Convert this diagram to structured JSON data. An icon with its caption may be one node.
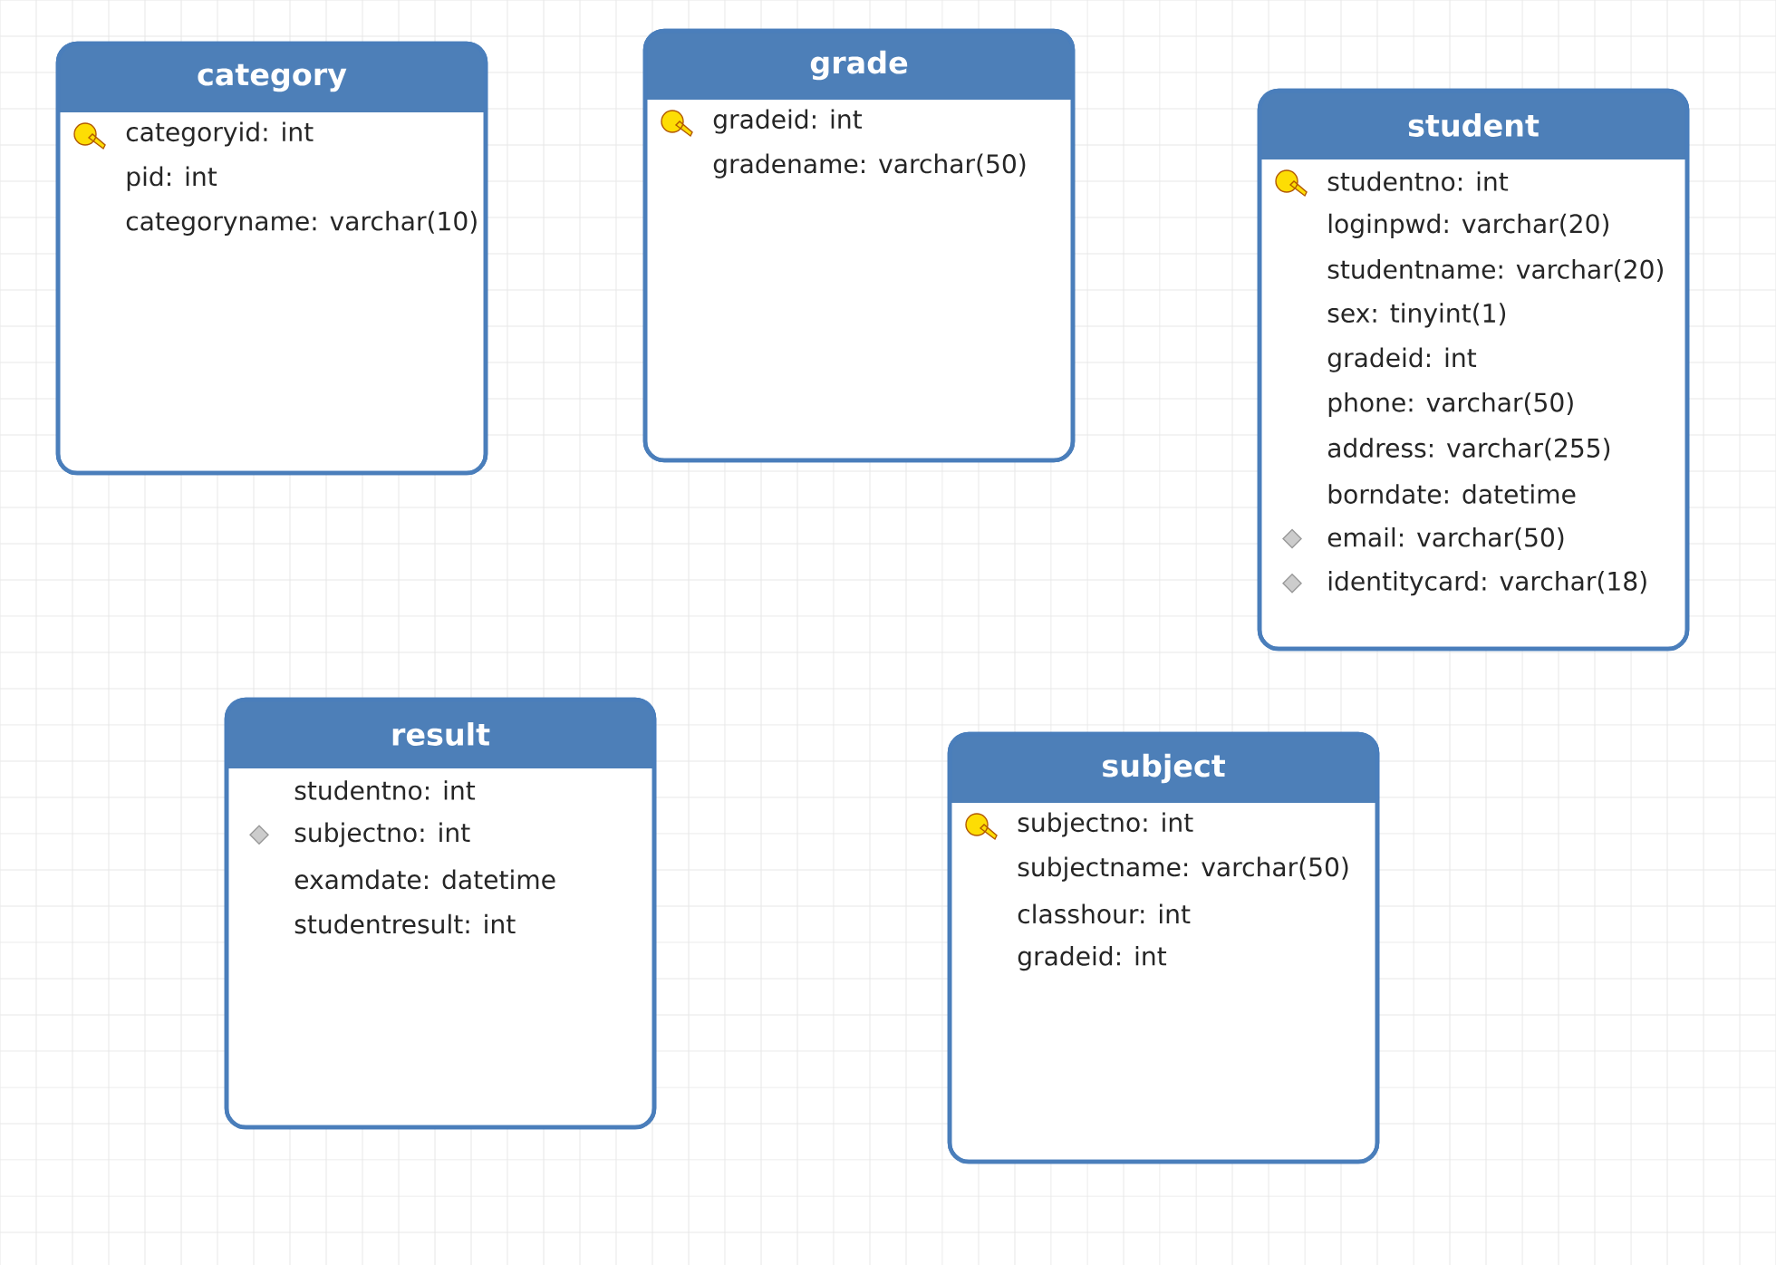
{
  "diagram": {
    "nodes": [
      {
        "text": [
          "category",
          "categoryid: int",
          "pid: int",
          "categoryname: varchar(10)"
        ]
      },
      {
        "text": [
          "grade",
          "gradeid: int",
          "gradename: varchar(50)"
        ]
      },
      {
        "text": [
          "student",
          "studentno: int",
          "loginpwd: varchar(20)",
          "studentname: varchar(20)",
          "sex: tinyint(1)",
          "gradeid: int",
          "phone: varchar(50)",
          "address: varchar(255)",
          "borndate: datetime",
          "email: varchar(50)",
          "identitycard: varchar(18)"
        ]
      },
      {
        "text": [
          "result",
          "studentno: int",
          "subjectno: int",
          "examdate: datetime",
          "studentresult: int"
        ]
      },
      {
        "text": [
          "subject",
          "subjectno: int",
          "subjectname: varchar(50)",
          "classhour: int",
          "gradeid: int"
        ]
      }
    ]
  }
}
